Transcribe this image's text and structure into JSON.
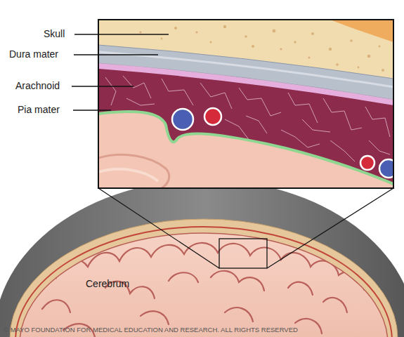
{
  "diagram": {
    "labels": [
      "Skull",
      "Dura mater",
      "Arachnoid",
      "Pia mater",
      "Cerebrum",
      "© MAYO FOUNDATION FOR MEDICAL EDUCATION AND RESEARCH. ALL RIGHTS RESERVED"
    ]
  }
}
